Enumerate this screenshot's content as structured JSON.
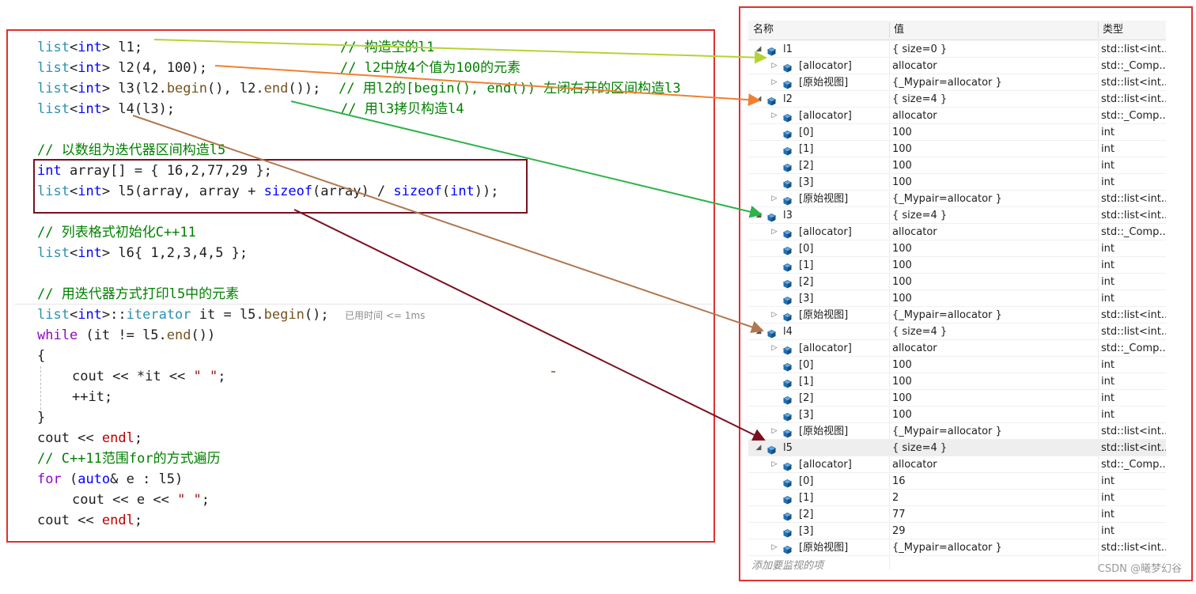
{
  "code": {
    "lines": [
      "list<int> l1;",
      "list<int> l2(4, 100);",
      "list<int> l3(l2.begin(), l2.end());",
      "list<int> l4(l3);",
      "// 以数组为迭代器区间构造l5",
      "int array[] = { 16,2,77,29 };",
      "list<int> l5(array, array + sizeof(array) / sizeof(int));",
      "// 列表格式初始化C++11",
      "list<int> l6{ 1,2,3,4,5 };",
      "// 用迭代器方式打印l5中的元素",
      "list<int>::iterator it = l5.begin();",
      "while (it != l5.end())",
      "{",
      "cout << *it << \" \";",
      "++it;",
      "}",
      "cout << endl;",
      "// C++11范围for的方式遍历",
      "for (auto& e : l5)",
      "cout << e << \" \";",
      "cout << endl;"
    ],
    "comments": [
      "// 构造空的l1",
      "// l2中放4个值为100的元素",
      "// 用l2的[begin(), end()) 左闭右开的区间构造l3",
      "// 用l3拷贝构造l4"
    ],
    "elapsed_hint": "已用时间 <= 1ms"
  },
  "watch": {
    "columns": [
      "名称",
      "值",
      "类型"
    ],
    "rows": [
      {
        "name": "l1",
        "value": "{ size=0 }",
        "type": "std::list<int...",
        "depth": 0,
        "expand": "open"
      },
      {
        "name": "[allocator]",
        "value": "allocator",
        "type": "std::_Comp...",
        "depth": 1,
        "expand": "closed"
      },
      {
        "name": "[原始视图]",
        "value": "{_Mypair=allocator }",
        "type": "std::list<int...",
        "depth": 1,
        "expand": "closed"
      },
      {
        "name": "l2",
        "value": "{ size=4 }",
        "type": "std::list<int...",
        "depth": 0,
        "expand": "open"
      },
      {
        "name": "[allocator]",
        "value": "allocator",
        "type": "std::_Comp...",
        "depth": 1,
        "expand": "closed"
      },
      {
        "name": "[0]",
        "value": "100",
        "type": "int",
        "depth": 1,
        "expand": "none"
      },
      {
        "name": "[1]",
        "value": "100",
        "type": "int",
        "depth": 1,
        "expand": "none"
      },
      {
        "name": "[2]",
        "value": "100",
        "type": "int",
        "depth": 1,
        "expand": "none"
      },
      {
        "name": "[3]",
        "value": "100",
        "type": "int",
        "depth": 1,
        "expand": "none"
      },
      {
        "name": "[原始视图]",
        "value": "{_Mypair=allocator }",
        "type": "std::list<int...",
        "depth": 1,
        "expand": "closed"
      },
      {
        "name": "l3",
        "value": "{ size=4 }",
        "type": "std::list<int...",
        "depth": 0,
        "expand": "open"
      },
      {
        "name": "[allocator]",
        "value": "allocator",
        "type": "std::_Comp...",
        "depth": 1,
        "expand": "closed"
      },
      {
        "name": "[0]",
        "value": "100",
        "type": "int",
        "depth": 1,
        "expand": "none"
      },
      {
        "name": "[1]",
        "value": "100",
        "type": "int",
        "depth": 1,
        "expand": "none"
      },
      {
        "name": "[2]",
        "value": "100",
        "type": "int",
        "depth": 1,
        "expand": "none"
      },
      {
        "name": "[3]",
        "value": "100",
        "type": "int",
        "depth": 1,
        "expand": "none"
      },
      {
        "name": "[原始视图]",
        "value": "{_Mypair=allocator }",
        "type": "std::list<int...",
        "depth": 1,
        "expand": "closed"
      },
      {
        "name": "l4",
        "value": "{ size=4 }",
        "type": "std::list<int...",
        "depth": 0,
        "expand": "open"
      },
      {
        "name": "[allocator]",
        "value": "allocator",
        "type": "std::_Comp...",
        "depth": 1,
        "expand": "closed"
      },
      {
        "name": "[0]",
        "value": "100",
        "type": "int",
        "depth": 1,
        "expand": "none"
      },
      {
        "name": "[1]",
        "value": "100",
        "type": "int",
        "depth": 1,
        "expand": "none"
      },
      {
        "name": "[2]",
        "value": "100",
        "type": "int",
        "depth": 1,
        "expand": "none"
      },
      {
        "name": "[3]",
        "value": "100",
        "type": "int",
        "depth": 1,
        "expand": "none"
      },
      {
        "name": "[原始视图]",
        "value": "{_Mypair=allocator }",
        "type": "std::list<int...",
        "depth": 1,
        "expand": "closed"
      },
      {
        "name": "l5",
        "value": "{ size=4 }",
        "type": "std::list<int...",
        "depth": 0,
        "expand": "open",
        "selected": true
      },
      {
        "name": "[allocator]",
        "value": "allocator",
        "type": "std::_Comp...",
        "depth": 1,
        "expand": "closed"
      },
      {
        "name": "[0]",
        "value": "16",
        "type": "int",
        "depth": 1,
        "expand": "none"
      },
      {
        "name": "[1]",
        "value": "2",
        "type": "int",
        "depth": 1,
        "expand": "none"
      },
      {
        "name": "[2]",
        "value": "77",
        "type": "int",
        "depth": 1,
        "expand": "none"
      },
      {
        "name": "[3]",
        "value": "29",
        "type": "int",
        "depth": 1,
        "expand": "none"
      },
      {
        "name": "[原始视图]",
        "value": "{_Mypair=allocator }",
        "type": "std::list<int...",
        "depth": 1,
        "expand": "closed"
      }
    ],
    "add_watch_placeholder": "添加要监视的项"
  },
  "watermark": "CSDN @曦梦幻谷",
  "colors": {
    "panel_border": "#e03030",
    "array_box_border": "#7a1020",
    "arrow_l1": "#b5d334",
    "arrow_l2": "#f08030",
    "arrow_l3": "#2db34a",
    "arrow_l4": "#b07850",
    "arrow_l5": "#7a1020",
    "watch_icon": "#1f6fb3"
  }
}
